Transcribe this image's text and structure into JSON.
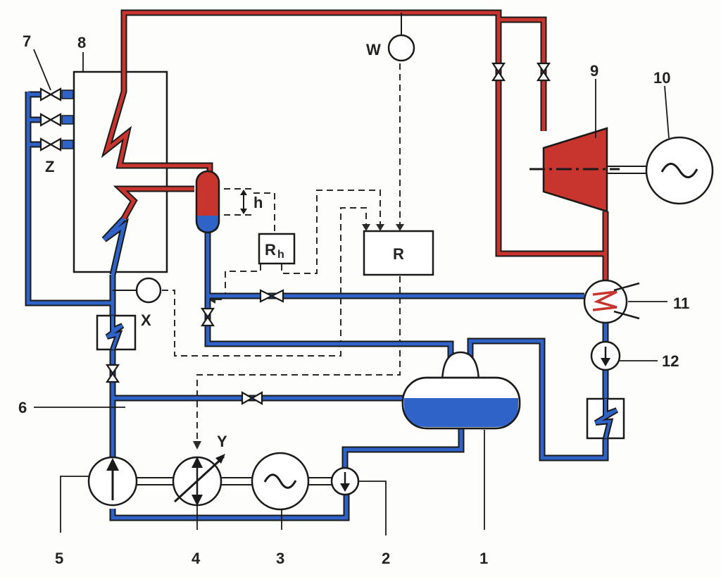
{
  "colors": {
    "steam": "#c8342e",
    "water": "#2f63c8",
    "outline": "#1a1a1a",
    "signal": "#2a2a2a",
    "background": "#fdfdfb"
  },
  "labels": {
    "n1": "1",
    "n2": "2",
    "n3": "3",
    "n4": "4",
    "n5": "5",
    "n6": "6",
    "n7": "7",
    "n8": "8",
    "n9": "9",
    "n10": "10",
    "n11": "11",
    "n12": "12",
    "w": "W",
    "x": "X",
    "y": "Y",
    "z": "Z",
    "h": "h",
    "rh_main": "R",
    "rh_sub": "h",
    "r": "R"
  },
  "icons": {
    "generator_symbol": "sine-wave-icon",
    "valve_symbol": "bowtie-valve-icon",
    "pump_symbol": "arrow-circle-icon"
  }
}
